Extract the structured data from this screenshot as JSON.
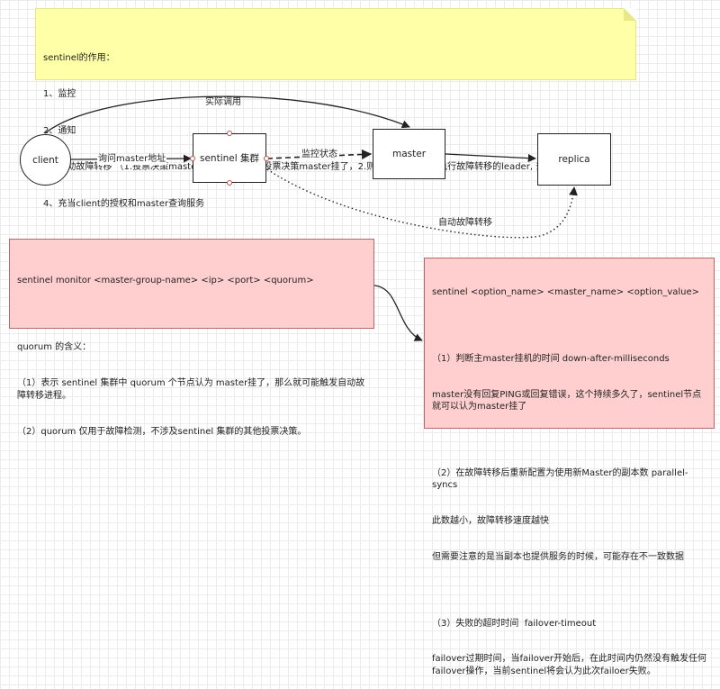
{
  "notes": {
    "top": {
      "lines": [
        "sentinel的作用：",
        "1、监控",
        "2、通知",
        "3、自动故障转移 （1.投票决策master是否挂了，如果投票决策master挂了，2.则进一步决策选出执行故障转移的leader, 去执行故障转移 ）",
        "4、充当client的授权和master查询服务"
      ]
    },
    "left": {
      "lines": [
        "sentinel monitor <master-group-name> <ip> <port> <quorum>",
        "",
        "quorum 的含义：",
        "（1）表示 sentinel 集群中 quorum 个节点认为 master挂了，那么就可能触发自动故障转移进程。",
        "（2）quorum 仅用于故障检测，不涉及sentinel 集群的其他投票决策。"
      ]
    },
    "right": {
      "lines": [
        "sentinel <option_name> <master_name> <option_value>",
        "",
        "（1）判断主master挂机的时间 down-after-milliseconds",
        "master没有回复PING或回复错误，这个持续多久了，sentinel节点就可以认为master挂了",
        "",
        "（2）在故障转移后重新配置为使用新Master的副本数 parallel-syncs",
        "此数越小，故障转移速度越快",
        "但需要注意的是当副本也提供服务的时候，可能存在不一致数据",
        "",
        "（3）失败的超时时间  failover-timeout",
        "failover过期时间，当failover开始后，在此时间内仍然没有触发任何failover操作，当前sentinel将会认为此次failoer失败。"
      ]
    }
  },
  "nodes": {
    "client": "client",
    "sentinel": "sentinel 集群",
    "master": "master",
    "replica": "replica"
  },
  "edges": {
    "actual_call": "实际调用",
    "query_master": "询问master地址",
    "monitor": "监控状态",
    "failover": "自动故障转移"
  },
  "colors": {
    "note_yellow": "#ffffa8",
    "note_pink": "#ffcfcf",
    "handle": "#c0504d"
  }
}
